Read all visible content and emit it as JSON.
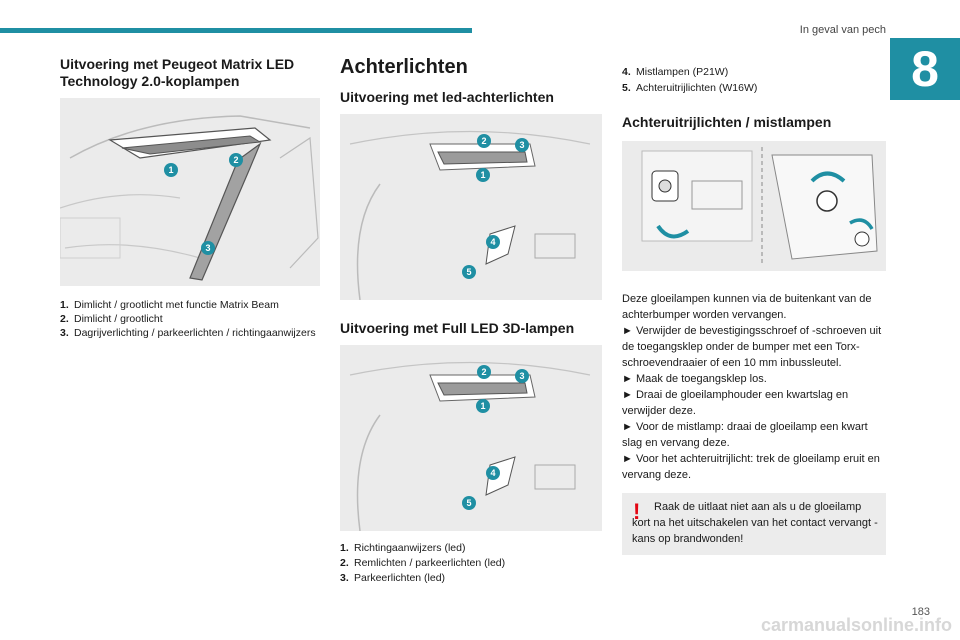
{
  "header": {
    "title": "In geval van pech",
    "chapter": "8",
    "page_number": "183"
  },
  "watermark": "carmanualsonline.info",
  "col1": {
    "heading": "Uitvoering met Peugeot Matrix LED Technology 2.0-koplampen",
    "legend": [
      {
        "n": "1.",
        "text": "Dimlicht / grootlicht met functie Matrix Beam"
      },
      {
        "n": "2.",
        "text": "Dimlicht / grootlicht"
      },
      {
        "n": "3.",
        "text": "Dagrijverlichting / parkeerlichten / richtingaanwijzers"
      }
    ],
    "callouts": [
      "1",
      "2",
      "3"
    ]
  },
  "col2": {
    "title": "Achterlichten",
    "sub1": "Uitvoering met led-achterlichten",
    "sub2": "Uitvoering met Full LED 3D-lampen",
    "callouts": [
      "1",
      "2",
      "3",
      "4",
      "5"
    ],
    "legend": [
      {
        "n": "1.",
        "text": "Richtingaanwijzers (led)"
      },
      {
        "n": "2.",
        "text": "Remlichten / parkeerlichten (led)"
      },
      {
        "n": "3.",
        "text": "Parkeerlichten (led)"
      }
    ]
  },
  "col3": {
    "legend": [
      {
        "n": "4.",
        "text": "Mistlampen (P21W)"
      },
      {
        "n": "5.",
        "text": "Achteruitrijlichten (W16W)"
      }
    ],
    "heading": "Achteruitrijlichten / mistlampen",
    "intro": "Deze gloeilampen kunnen via de buitenkant van de achterbumper worden vervangen.",
    "steps": [
      "► Verwijder de bevestigingsschroef of -schroeven uit de toegangsklep onder de bumper met een Torx-schroevendraaier of een 10 mm inbussleutel.",
      "► Maak de toegangsklep los.",
      "► Draai de gloeilamphouder een kwartslag en verwijder deze.",
      "► Voor de mistlamp: draai de gloeilamp een kwart slag en vervang deze.",
      "► Voor het achteruitrijlicht: trek de gloeilamp eruit en vervang deze."
    ],
    "warning": "Raak de uitlaat niet aan als u de gloeilamp kort na het uitschakelen van het contact vervangt - kans op brandwonden!",
    "warning_mark": "!"
  },
  "colors": {
    "accent": "#1f8fa3",
    "warning": "#e30613",
    "figure_bg": "#ebebeb"
  }
}
